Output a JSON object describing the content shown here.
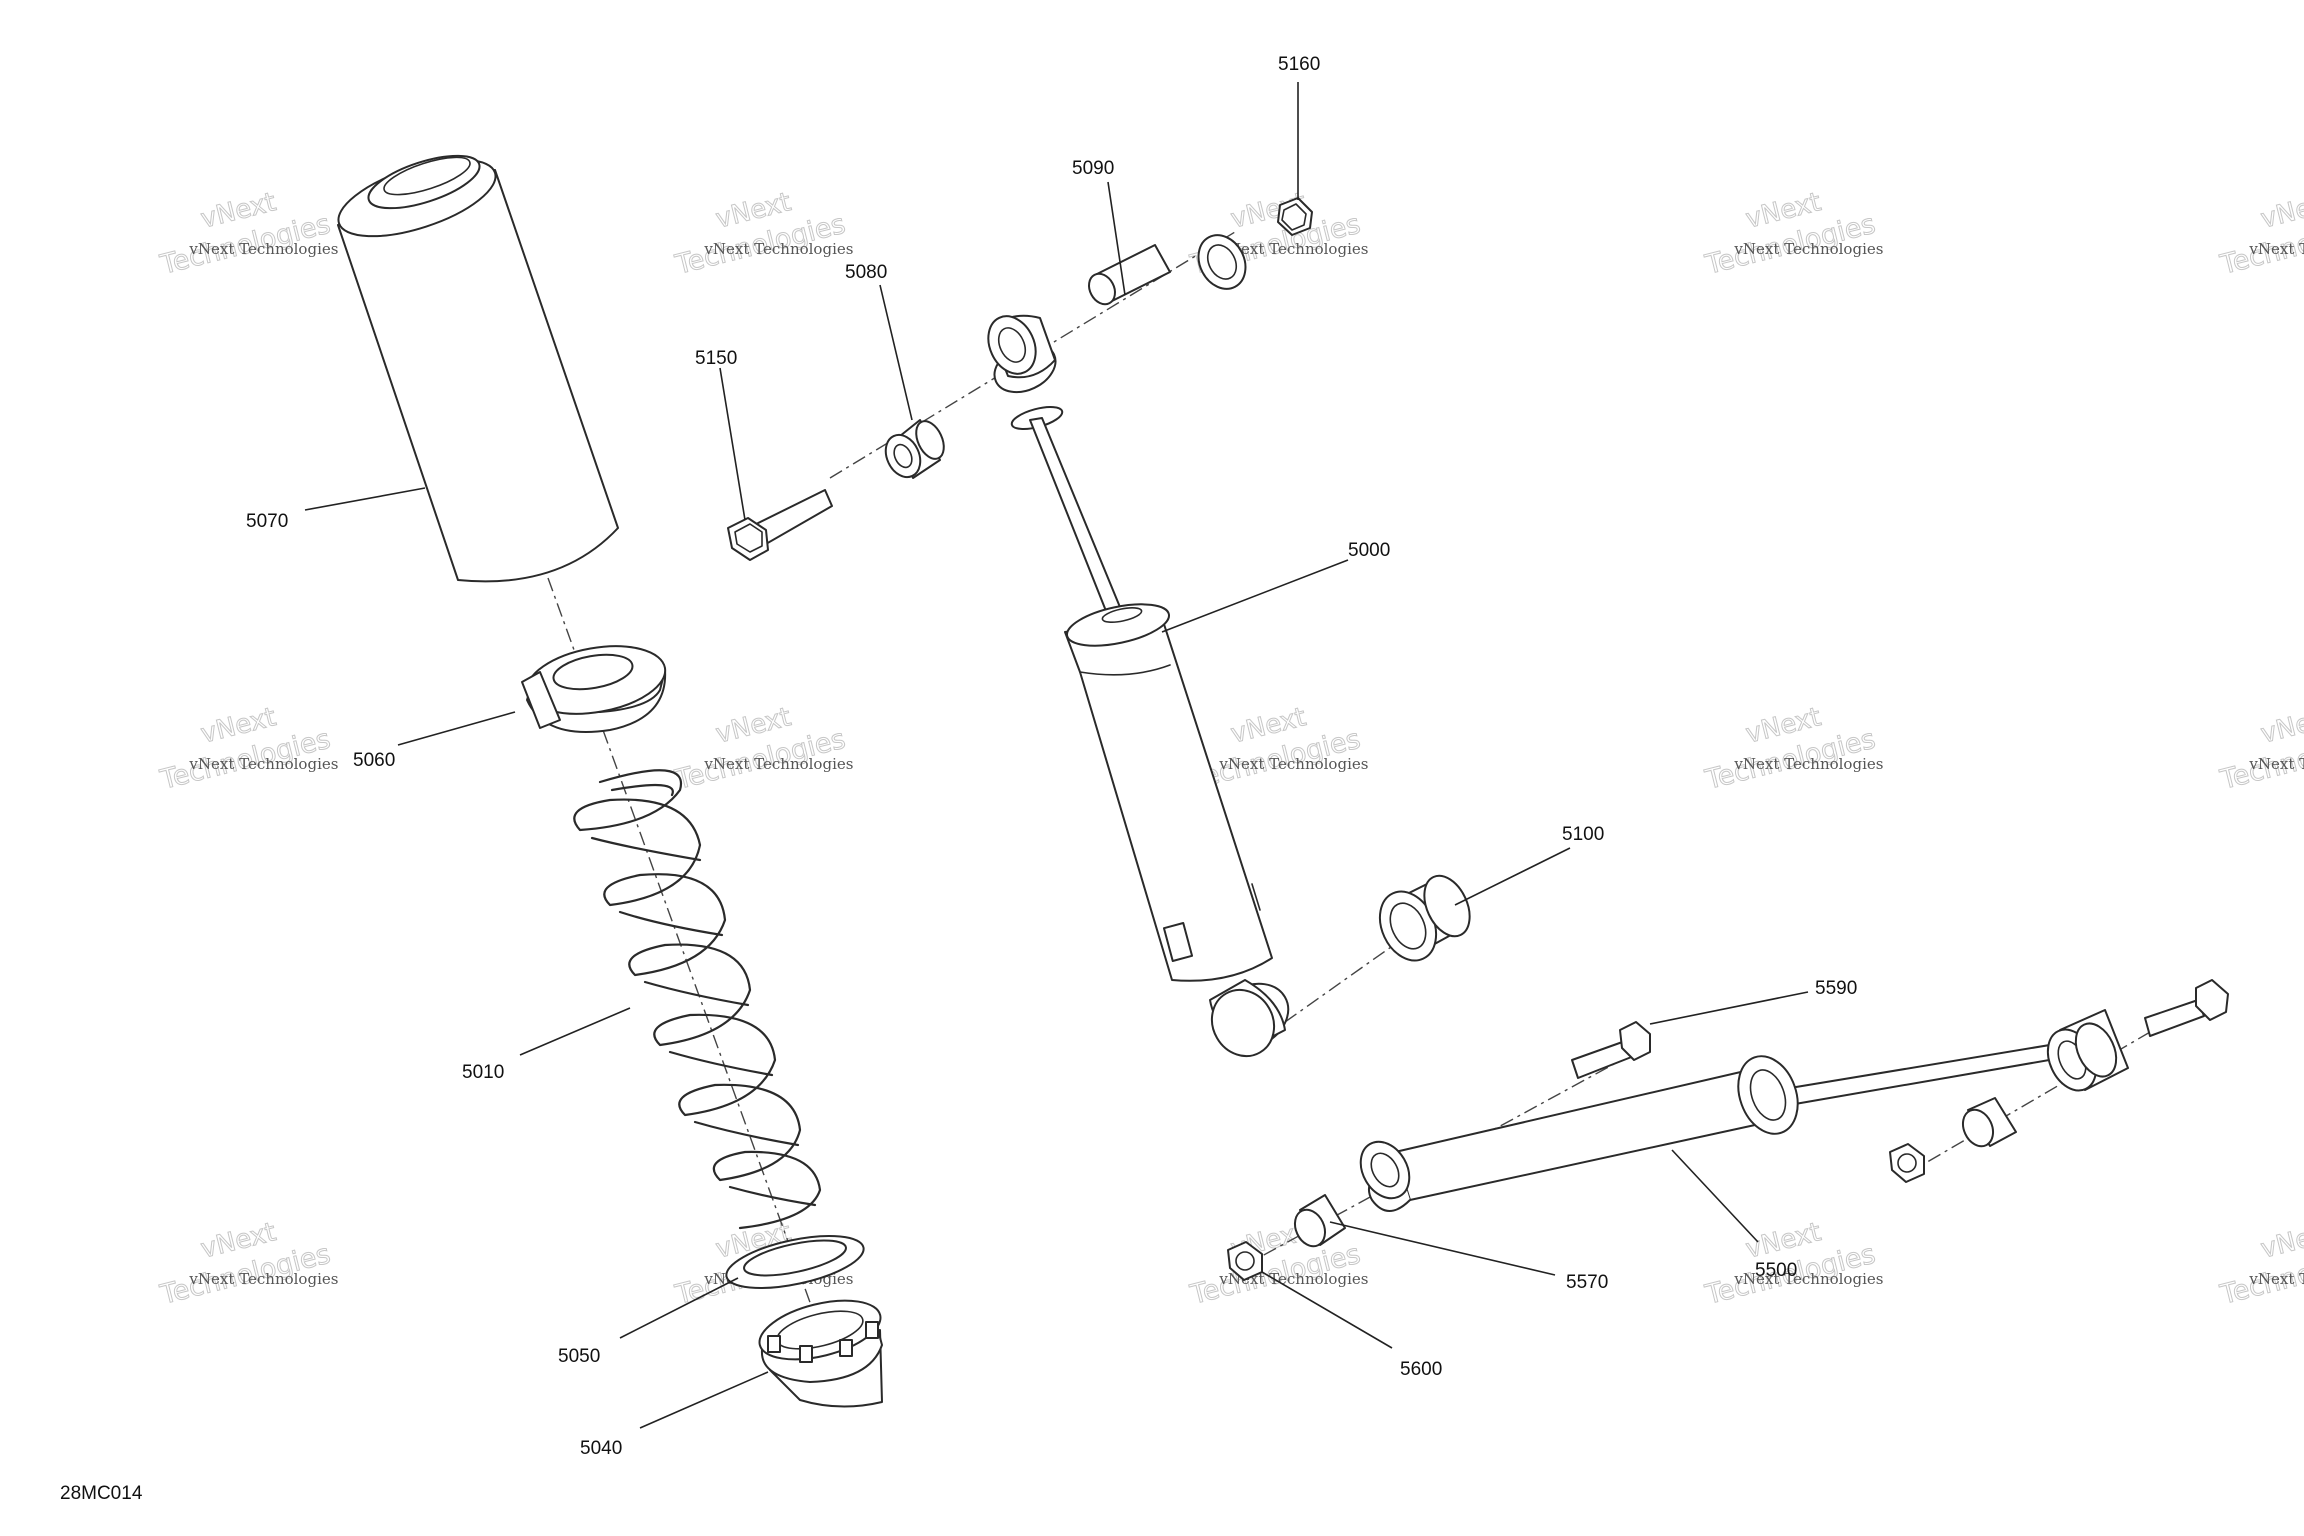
{
  "diagram_code": "28MC014",
  "watermark": {
    "line1": "vNext Technologies",
    "line2": "Technologies",
    "line3": "vNext"
  },
  "callouts": {
    "5160": "5160",
    "5090": "5090",
    "5080": "5080",
    "5150": "5150",
    "5070": "5070",
    "5000": "5000",
    "5060": "5060",
    "5100": "5100",
    "5590": "5590",
    "5010": "5010",
    "5500": "5500",
    "5570": "5570",
    "5050": "5050",
    "5600": "5600",
    "5040": "5040"
  }
}
